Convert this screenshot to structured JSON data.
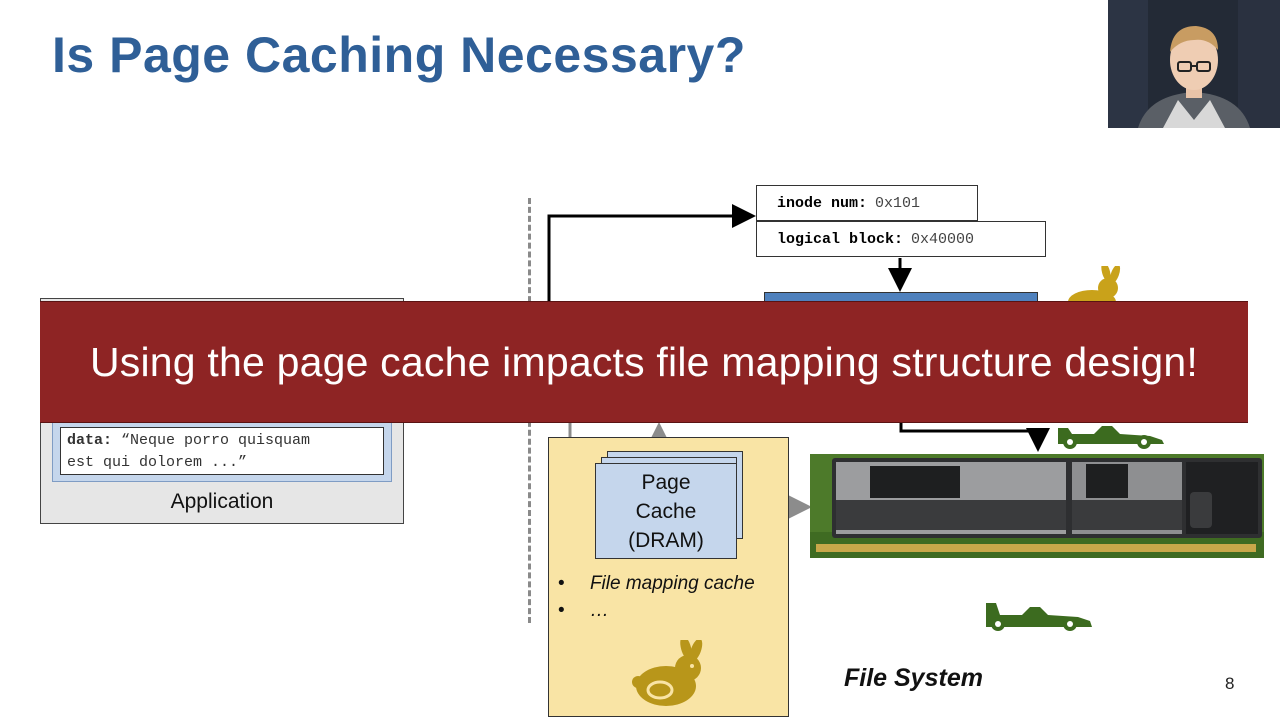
{
  "slide": {
    "title": "Is Page Caching Necessary?",
    "page_number": "8"
  },
  "mapping": {
    "inode_label": "inode num:",
    "inode_value": "0x101",
    "block_label": "logical block:",
    "block_value": "0x40000"
  },
  "application": {
    "data_label": "data:",
    "data_text_line1": "“Neque porro quisquam",
    "data_text_line2": "est qui dolorem ...”",
    "label": "Application"
  },
  "page_cache": {
    "line1": "Page",
    "line2": "Cache",
    "line3": "(DRAM)"
  },
  "cache_list": {
    "items": [
      "File mapping cache",
      "…"
    ],
    "bullet": "•"
  },
  "banner": {
    "text": "Using the page cache impacts file mapping structure design!"
  },
  "file_system_label": "File System",
  "icons": [
    "rabbit-icon",
    "race-car-icon",
    "memory-module-image",
    "presenter-webcam"
  ],
  "colors": {
    "title": "#2f5f97",
    "banner": "#8e2424",
    "page_cache_fill": "#c5d6ec",
    "fs_region_fill": "#f9e4a5",
    "rabbit": "#b8961a",
    "race_car": "#3c6b1f"
  }
}
